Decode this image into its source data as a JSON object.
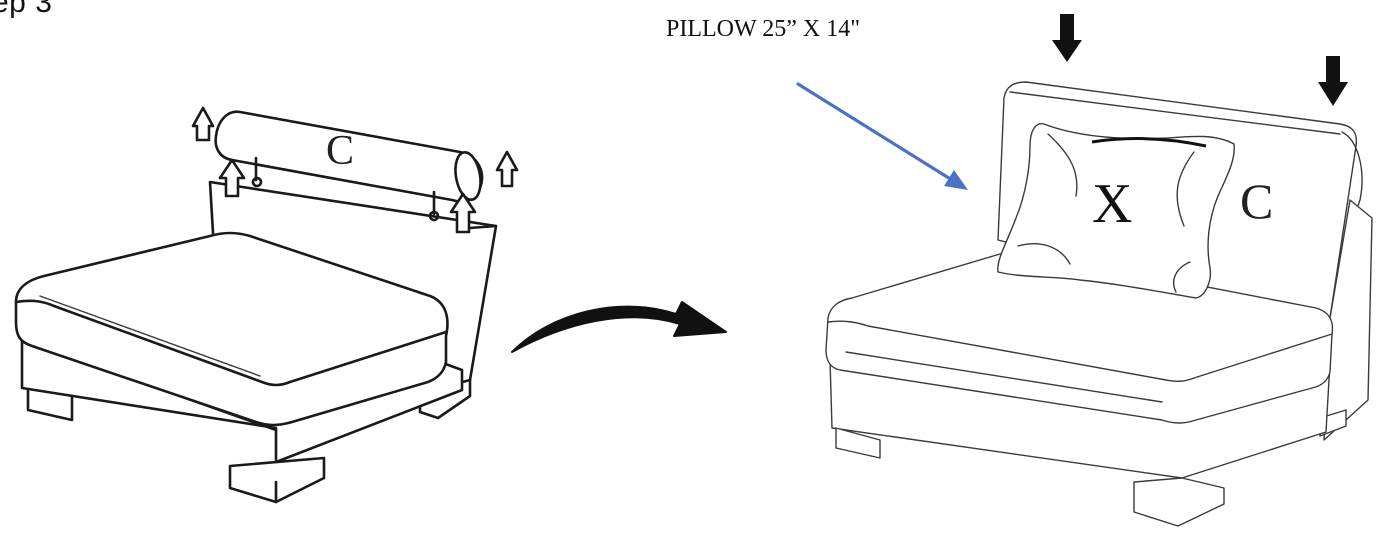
{
  "step": {
    "label": "ep 3"
  },
  "annotations": {
    "pillow_size": "PILLOW 25” X 14\"",
    "bolster_letter_left": "C",
    "pillow_letter": "X",
    "back_letter_right": "C"
  },
  "colors": {
    "pointer_arrow": "#4a72c4",
    "ink": "#1a1a1a"
  },
  "icons": {
    "lift_arrows": "outlined-up-arrow",
    "press_arrows": "filled-down-arrow",
    "transition_arrow": "curved-arrow-right"
  }
}
